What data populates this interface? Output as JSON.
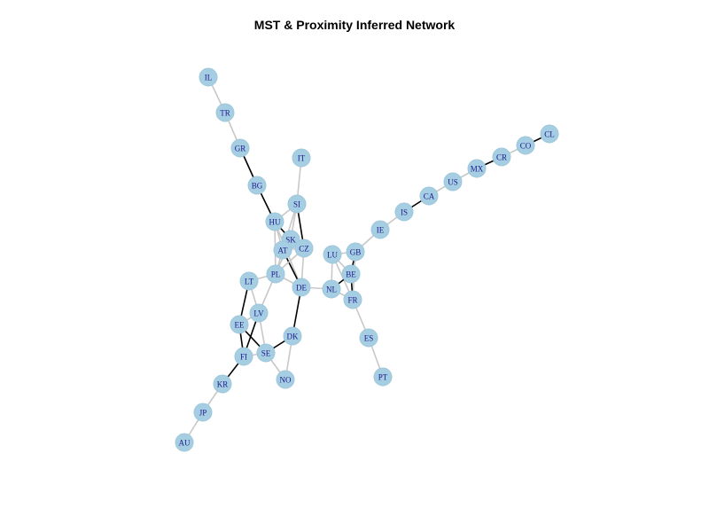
{
  "title": "MST & Proximity Inferred Network",
  "colors": {
    "node_fill": "#a6cee3",
    "node_stroke": "#9fc7db",
    "label": "#1a1a8c",
    "edge_mst": "#000000",
    "edge_proximity": "#c8c8c8"
  },
  "nodes": [
    "IL",
    "TR",
    "GR",
    "BG",
    "IT",
    "SI",
    "HU",
    "SK",
    "AT",
    "CZ",
    "LU",
    "GB",
    "IE",
    "IS",
    "CA",
    "US",
    "MX",
    "CR",
    "CO",
    "CL",
    "BE",
    "LT",
    "PL",
    "DE",
    "NL",
    "FR",
    "LV",
    "EE",
    "DK",
    "ES",
    "SE",
    "FI",
    "NO",
    "PT",
    "KR",
    "JP",
    "AU"
  ],
  "edges": [
    {
      "source": "IL",
      "target": "TR",
      "type": "proximity"
    },
    {
      "source": "TR",
      "target": "GR",
      "type": "proximity"
    },
    {
      "source": "GR",
      "target": "BG",
      "type": "mst"
    },
    {
      "source": "BG",
      "target": "HU",
      "type": "mst"
    },
    {
      "source": "IT",
      "target": "SI",
      "type": "proximity"
    },
    {
      "source": "SI",
      "target": "HU",
      "type": "proximity"
    },
    {
      "source": "SI",
      "target": "SK",
      "type": "proximity"
    },
    {
      "source": "SI",
      "target": "AT",
      "type": "proximity"
    },
    {
      "source": "SI",
      "target": "CZ",
      "type": "mst"
    },
    {
      "source": "HU",
      "target": "SK",
      "type": "mst"
    },
    {
      "source": "HU",
      "target": "AT",
      "type": "proximity"
    },
    {
      "source": "HU",
      "target": "PL",
      "type": "proximity"
    },
    {
      "source": "HU",
      "target": "DE",
      "type": "proximity"
    },
    {
      "source": "SK",
      "target": "AT",
      "type": "proximity"
    },
    {
      "source": "SK",
      "target": "CZ",
      "type": "mst"
    },
    {
      "source": "SK",
      "target": "PL",
      "type": "proximity"
    },
    {
      "source": "AT",
      "target": "CZ",
      "type": "proximity"
    },
    {
      "source": "AT",
      "target": "PL",
      "type": "proximity"
    },
    {
      "source": "AT",
      "target": "DE",
      "type": "mst"
    },
    {
      "source": "CZ",
      "target": "PL",
      "type": "proximity"
    },
    {
      "source": "CZ",
      "target": "DE",
      "type": "proximity"
    },
    {
      "source": "PL",
      "target": "LT",
      "type": "proximity"
    },
    {
      "source": "PL",
      "target": "LV",
      "type": "proximity"
    },
    {
      "source": "PL",
      "target": "DE",
      "type": "proximity"
    },
    {
      "source": "DE",
      "target": "NL",
      "type": "proximity"
    },
    {
      "source": "DE",
      "target": "DK",
      "type": "mst"
    },
    {
      "source": "DK",
      "target": "SE",
      "type": "mst"
    },
    {
      "source": "DK",
      "target": "NO",
      "type": "proximity"
    },
    {
      "source": "LT",
      "target": "EE",
      "type": "mst"
    },
    {
      "source": "LT",
      "target": "LV",
      "type": "proximity"
    },
    {
      "source": "LV",
      "target": "EE",
      "type": "proximity"
    },
    {
      "source": "LV",
      "target": "FI",
      "type": "mst"
    },
    {
      "source": "LV",
      "target": "SE",
      "type": "proximity"
    },
    {
      "source": "EE",
      "target": "FI",
      "type": "mst"
    },
    {
      "source": "EE",
      "target": "SE",
      "type": "mst"
    },
    {
      "source": "SE",
      "target": "FI",
      "type": "proximity"
    },
    {
      "source": "SE",
      "target": "NO",
      "type": "proximity"
    },
    {
      "source": "FI",
      "target": "KR",
      "type": "mst"
    },
    {
      "source": "KR",
      "target": "JP",
      "type": "proximity"
    },
    {
      "source": "JP",
      "target": "AU",
      "type": "proximity"
    },
    {
      "source": "LU",
      "target": "GB",
      "type": "proximity"
    },
    {
      "source": "LU",
      "target": "BE",
      "type": "proximity"
    },
    {
      "source": "LU",
      "target": "NL",
      "type": "proximity"
    },
    {
      "source": "LU",
      "target": "FR",
      "type": "proximity"
    },
    {
      "source": "GB",
      "target": "BE",
      "type": "mst"
    },
    {
      "source": "GB",
      "target": "FR",
      "type": "proximity"
    },
    {
      "source": "GB",
      "target": "IE",
      "type": "proximity"
    },
    {
      "source": "BE",
      "target": "NL",
      "type": "mst"
    },
    {
      "source": "BE",
      "target": "FR",
      "type": "mst"
    },
    {
      "source": "NL",
      "target": "FR",
      "type": "proximity"
    },
    {
      "source": "FR",
      "target": "ES",
      "type": "proximity"
    },
    {
      "source": "ES",
      "target": "PT",
      "type": "proximity"
    },
    {
      "source": "IE",
      "target": "IS",
      "type": "proximity"
    },
    {
      "source": "IS",
      "target": "CA",
      "type": "mst"
    },
    {
      "source": "CA",
      "target": "US",
      "type": "proximity"
    },
    {
      "source": "US",
      "target": "MX",
      "type": "proximity"
    },
    {
      "source": "MX",
      "target": "CR",
      "type": "mst"
    },
    {
      "source": "CR",
      "target": "CO",
      "type": "proximity"
    },
    {
      "source": "CO",
      "target": "CL",
      "type": "mst"
    }
  ]
}
